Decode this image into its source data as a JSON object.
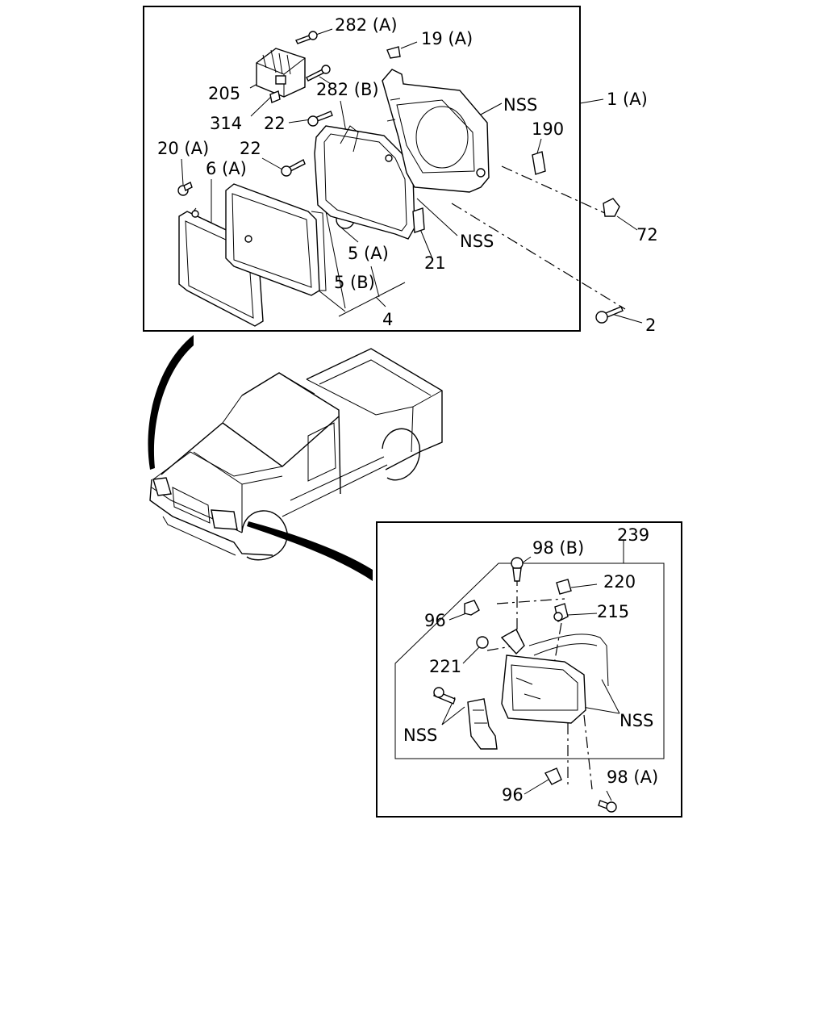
{
  "headlamp_callouts": {
    "c282a": "282 (A)",
    "c19a": "19 (A)",
    "c205": "205",
    "c282b": "282 (B)",
    "c314": "314",
    "c22a": "22",
    "c22b": "22",
    "c20a": "20 (A)",
    "c6a": "6 (A)",
    "cNssTop": "NSS",
    "c1a": "1 (A)",
    "c190": "190",
    "c72": "72",
    "cNssMid": "NSS",
    "c21": "21",
    "c5a": "5 (A)",
    "c5b": "5 (B)",
    "c4": "4",
    "c2": "2"
  },
  "corner_lamp_callouts": {
    "c239": "239",
    "c98b": "98 (B)",
    "c220": "220",
    "c215": "215",
    "c96top": "96",
    "c221": "221",
    "cNssRight": "NSS",
    "cNssLeft": "NSS",
    "c96bot": "96",
    "c98a": "98 (A)"
  },
  "icons": {
    "vehicle": "pickup-truck-illustration",
    "headlamp": "headlamp-assembly",
    "corner_lamp": "corner-lamp-assembly"
  }
}
